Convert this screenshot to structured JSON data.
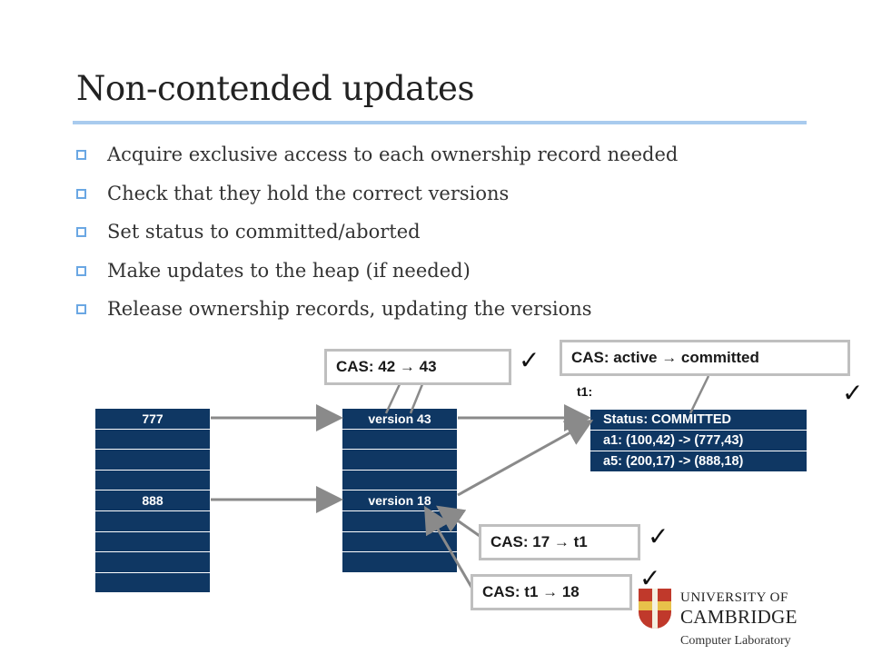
{
  "slide": {
    "title": "Non-contended updates",
    "bullets": [
      "Acquire exclusive access to each ownership record needed",
      "Check that they hold the correct versions",
      "Set status to committed/aborted",
      "Make updates to the heap (if needed)",
      "Release ownership records, updating the versions"
    ]
  },
  "heap": {
    "cells": [
      "777",
      "",
      "",
      "",
      "888",
      "",
      "",
      "",
      ""
    ]
  },
  "ownership": {
    "cells": [
      "version 43",
      "",
      "",
      "",
      "version 18",
      "",
      "",
      ""
    ]
  },
  "txn": {
    "label": "t1:",
    "rows": [
      "Status: COMMITTED",
      "a1: (100,42) -> (777,43)",
      "a5: (200,17) -> (888,18)"
    ]
  },
  "callouts": {
    "cas_version": "CAS: 42 → 43",
    "cas_status": "CAS: active → committed",
    "cas_17_t1": "CAS: 17 → t1",
    "cas_t1_18": "CAS: t1 → 18"
  },
  "checkmark": "✓",
  "logo": {
    "line1": "UNIVERSITY OF",
    "line2": "CAMBRIDGE",
    "line3": "Computer Laboratory"
  },
  "colors": {
    "cell_fill": "#0f3763",
    "rule": "#a9cbee",
    "bullet": "#6aa7e3",
    "box_border": "#bfbfbf",
    "arrow": "#8a8a8a"
  }
}
